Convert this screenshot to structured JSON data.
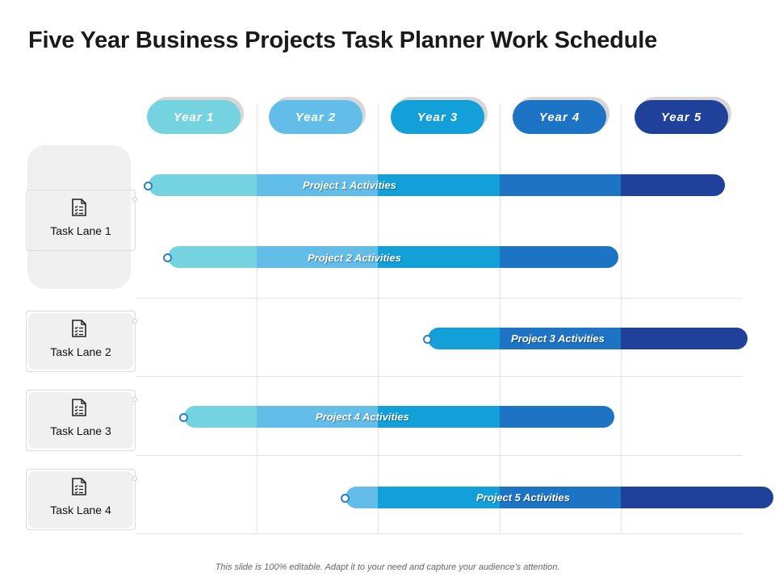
{
  "title": "Five Year Business Projects Task Planner Work Schedule",
  "years": [
    "Year 1",
    "Year 2",
    "Year 3",
    "Year 4",
    "Year 5"
  ],
  "lanes": [
    "Task Lane 1",
    "Task Lane 2",
    "Task Lane 3",
    "Task Lane 4"
  ],
  "projects": [
    {
      "label": "Project 1 Activities"
    },
    {
      "label": "Project 2 Activities"
    },
    {
      "label": "Project 3 Activities"
    },
    {
      "label": "Project 4 Activities"
    },
    {
      "label": "Project 5 Activities"
    }
  ],
  "colors": {
    "year1": "#74d3df",
    "year2": "#62bde8",
    "year3": "#139fd8",
    "year4": "#1e74c4",
    "year5": "#20419a"
  },
  "icons": {
    "lane": "checklist-document-icon"
  },
  "footer": "This slide is 100% editable. Adapt it to your need and capture your audience’s attention."
}
